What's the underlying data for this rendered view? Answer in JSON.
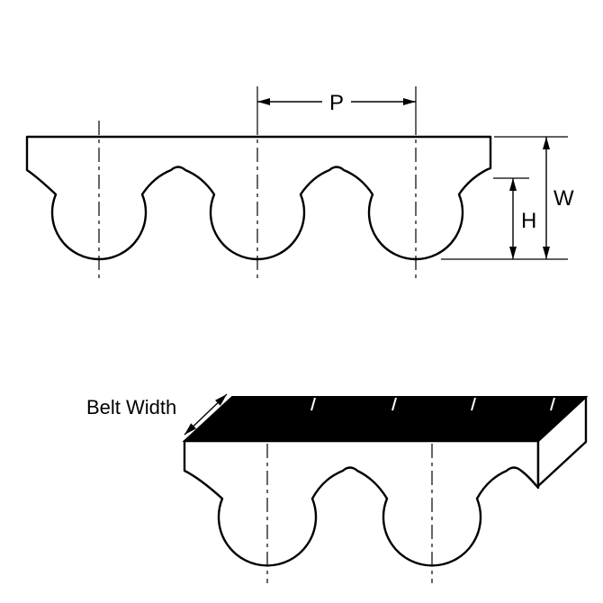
{
  "diagram": {
    "labels": {
      "pitch": "P",
      "belt_thickness": "W",
      "tooth_height": "H",
      "belt_width": "Belt Width"
    },
    "colors": {
      "line": "#000000",
      "belt_fill": "#ffffff",
      "top_surface": "#000000",
      "background": "#ffffff"
    }
  }
}
